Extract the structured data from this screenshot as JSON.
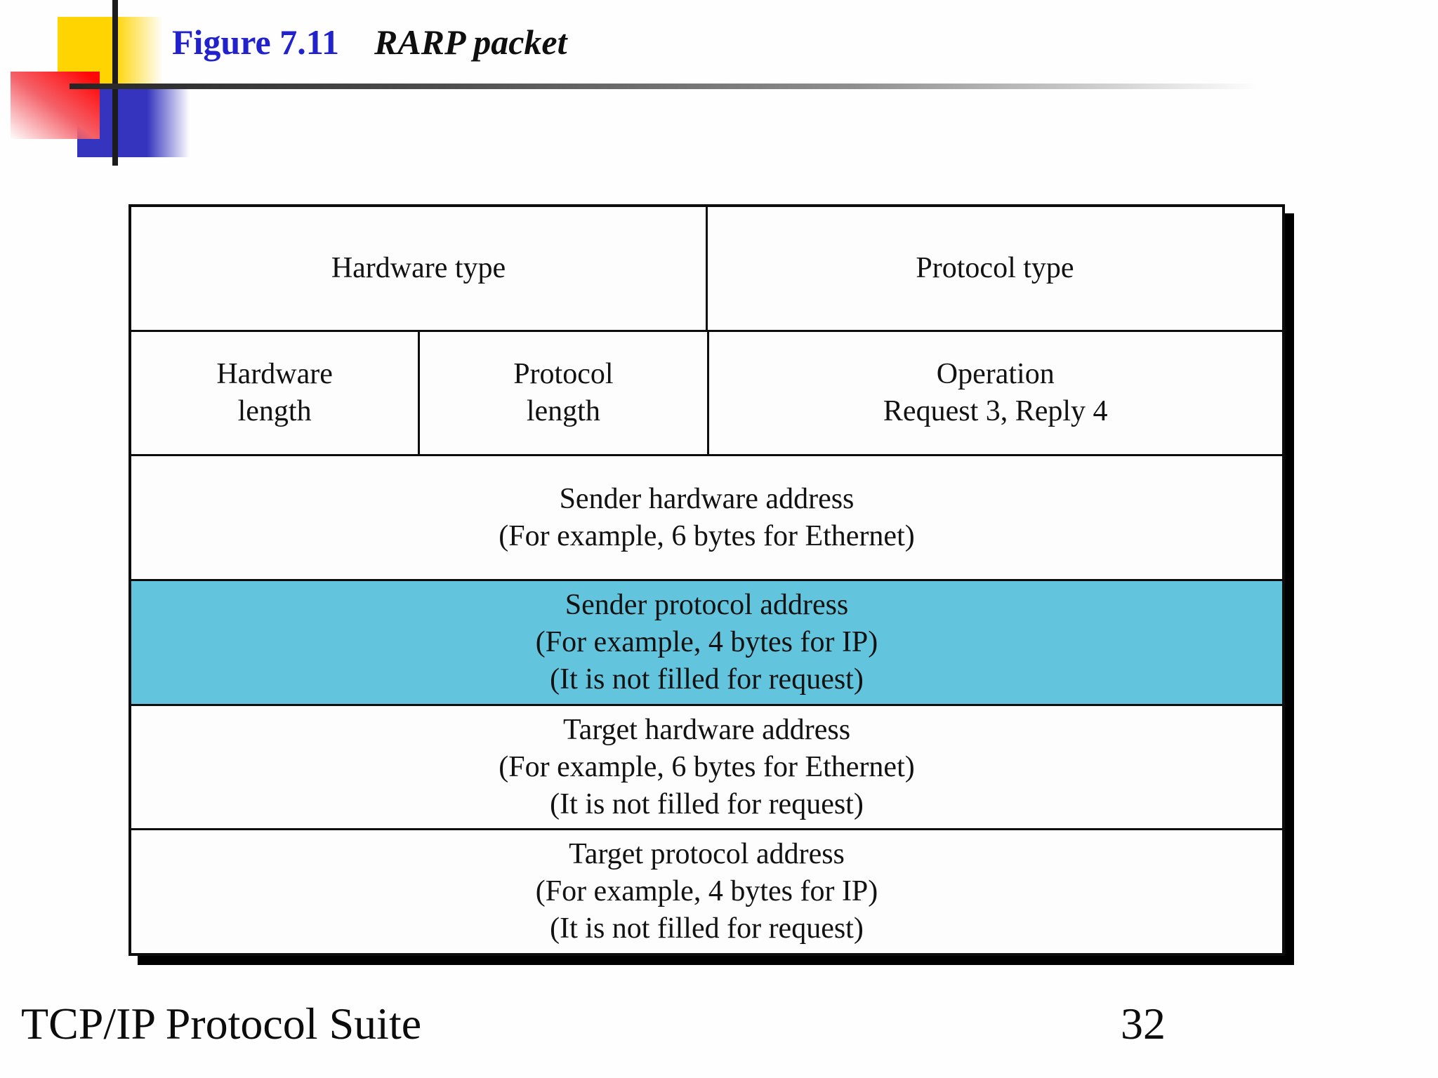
{
  "header": {
    "figure_label": "Figure 7.11",
    "figure_title": "RARP packet"
  },
  "cells": {
    "hardware_type": "Hardware type",
    "protocol_type": "Protocol type",
    "hardware_length": [
      "Hardware",
      "length"
    ],
    "protocol_length": [
      "Protocol",
      "length"
    ],
    "operation": [
      "Operation",
      "Request 3, Reply 4"
    ],
    "sender_hardware_address": [
      "Sender hardware address",
      "(For example, 6 bytes for Ethernet)"
    ],
    "sender_protocol_address": [
      "Sender protocol address",
      "(For example, 4 bytes for IP)",
      "(It is not filled for request)"
    ],
    "target_hardware_address": [
      "Target hardware address",
      "(For example, 6 bytes for Ethernet)",
      "(It is not filled for request)"
    ],
    "target_protocol_address": [
      "Target protocol address",
      "(For example, 4 bytes for IP)",
      "(It is not filled for request)"
    ]
  },
  "footer": {
    "left": "TCP/IP Protocol Suite",
    "page_number": "32"
  },
  "colors": {
    "figure_label_blue": "#2222cc",
    "row_highlight_cyan": "#63c5dd",
    "deco_yellow": "#ffd400",
    "deco_red": "#ff0707",
    "deco_blue": "#3434be",
    "border_black": "#0d0d0d"
  }
}
